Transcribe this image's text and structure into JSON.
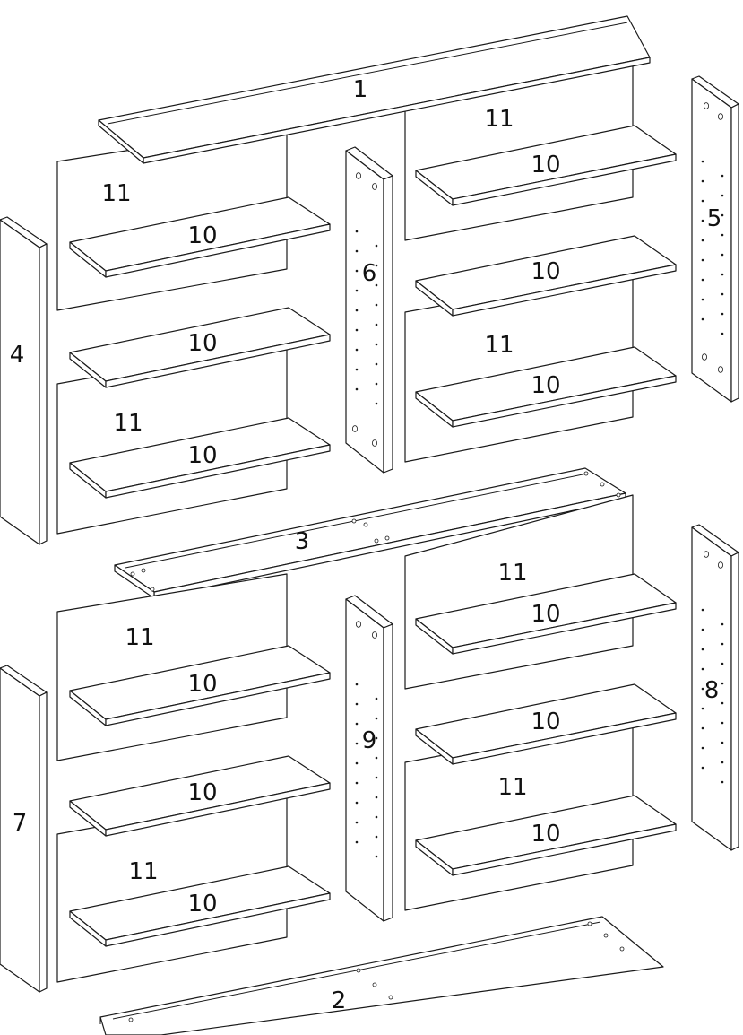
{
  "labels": {
    "top_board": "1",
    "bottom_board": "2",
    "middle_board": "3",
    "left_upper_side": "4",
    "right_upper_side": "5",
    "upper_center_divider": "6",
    "left_lower_side": "7",
    "right_lower_side": "8",
    "lower_center_divider": "9",
    "shelf": "10",
    "back_panel": "11"
  },
  "colors": {
    "line": "#1a1a1a",
    "fill": "#ffffff"
  }
}
